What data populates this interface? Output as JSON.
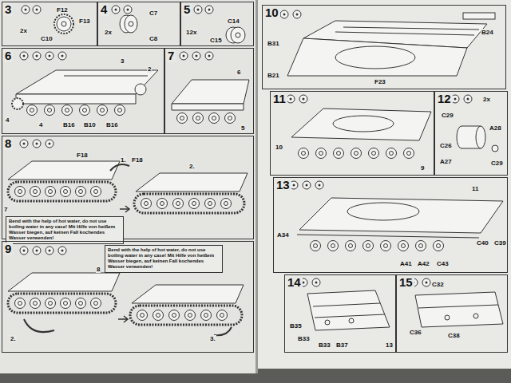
{
  "diagram": {
    "nodes": [
      {
        "text": [
          "3"
        ]
      },
      {
        "text": [
          "4"
        ]
      },
      {
        "text": [
          "5"
        ]
      },
      {
        "text": [
          "6"
        ]
      },
      {
        "text": [
          "7"
        ]
      },
      {
        "text": [
          "8"
        ]
      },
      {
        "text": [
          "Bend with the help of hot water, do not use boiling water in any case! Mit Hilfe von heißem Wasser biegen, auf keinen Fall kochendes Wasser verwenden!"
        ],
        "in": 5
      },
      {
        "text": [
          "9"
        ]
      },
      {
        "text": [
          "Bend with the help of hot water, do not use boiling water in any case! Mit Hilfe von heißem Wasser biegen, auf keinen Fall kochendes Wasser verwenden!"
        ],
        "in": 7
      },
      {
        "text": [
          "10"
        ]
      },
      {
        "text": [
          "11"
        ]
      },
      {
        "text": [
          "12"
        ]
      },
      {
        "text": [
          "13"
        ]
      },
      {
        "text": [
          "14"
        ]
      },
      {
        "text": [
          "15"
        ]
      }
    ],
    "labels": [
      "F12",
      "2x",
      "F13",
      "C10",
      "C7",
      "2x",
      "C8",
      "C14",
      "12x",
      "C15",
      "3",
      "2",
      "4",
      "4",
      "B16",
      "B10",
      "B16",
      "6",
      "5",
      "F18",
      "1.",
      "F18",
      "2.",
      "7",
      "8",
      "2.",
      "3.",
      "B24",
      "B31",
      "B21",
      "F23",
      "10",
      "9",
      "2x",
      "C29",
      "A28",
      "C26",
      "A27",
      "C29",
      "11",
      "A34",
      "C40",
      "C39",
      "A41",
      "A42",
      "C43",
      "B35",
      "B33",
      "B33",
      "B37",
      "13",
      "C32",
      "C36",
      "C38"
    ]
  }
}
